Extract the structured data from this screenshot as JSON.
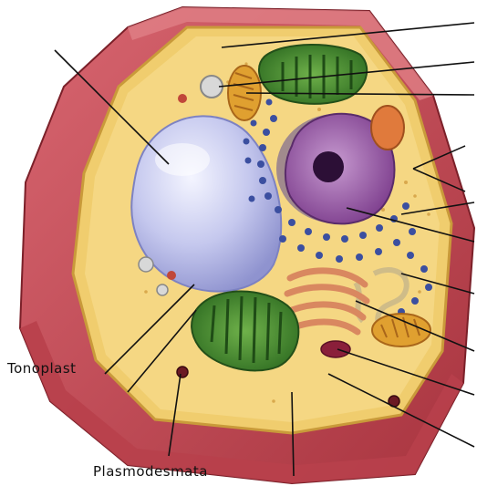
{
  "figure": {
    "labels": {
      "tonoplast": "Tonoplast",
      "plasmodesmata": "Plasmodesmata"
    },
    "structures": [
      "cell-wall",
      "plasma-membrane",
      "cytoplasm",
      "central-vacuole",
      "nucleus",
      "nucleolus",
      "chloroplast",
      "mitochondrion",
      "golgi-apparatus",
      "rough-endoplasmic-reticulum",
      "smooth-endoplasmic-reticulum",
      "ribosomes",
      "peroxisome"
    ],
    "colors": {
      "cell_wall": "#c8505a",
      "cell_wall_dark": "#9e2f3a",
      "cytoplasm": "#f3d27a",
      "vacuole": "#c9ccef",
      "nucleus": "#9a5aa6",
      "chloroplast": "#3f8a2e",
      "mitochondrion": "#e0a030",
      "golgi": "#d98860",
      "er_blue": "#3b4fa0"
    }
  }
}
